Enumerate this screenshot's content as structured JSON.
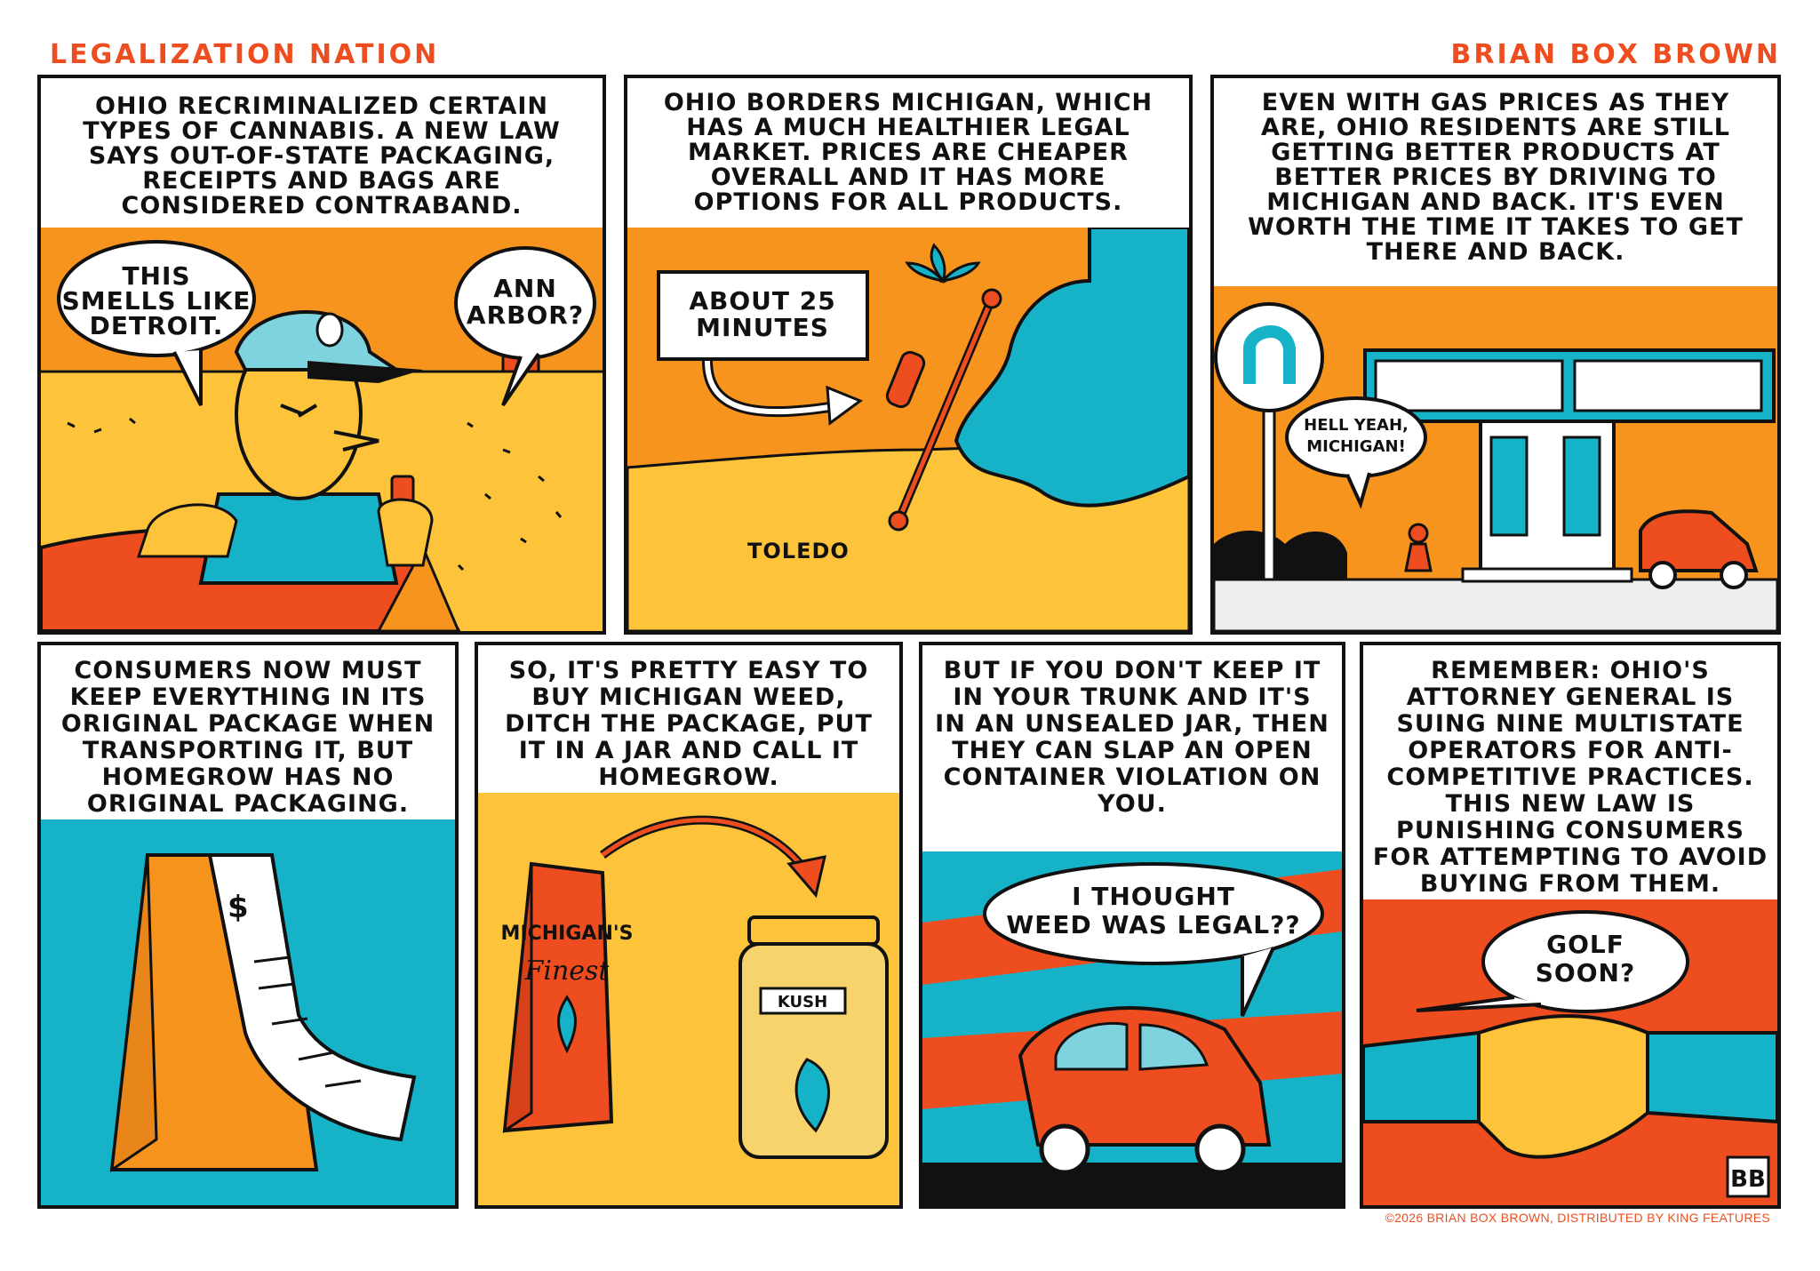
{
  "header": {
    "series_title": "LEGALIZATION NATION",
    "author": "BRIAN BOX BROWN"
  },
  "colors": {
    "orange": "#f7941d",
    "red_orange": "#ee4e1f",
    "yellow": "#fcc33b",
    "teal": "#16b2c8",
    "light_teal": "#7fd3df",
    "ink": "#111111"
  },
  "panels": [
    {
      "caption": "OHIO RECRIMINALIZED CERTAIN TYPES OF CANNABIS. A NEW LAW SAYS OUT-OF-STATE PACKAGING, RECEIPTS AND BAGS ARE CONSIDERED CONTRABAND.",
      "bubbles": [
        [
          "THIS",
          "SMELLS LIKE",
          "DETROIT."
        ],
        [
          "ANN",
          "ARBOR?"
        ]
      ]
    },
    {
      "caption": "OHIO BORDERS MICHIGAN, WHICH HAS A MUCH HEALTHIER LEGAL MARKET. PRICES ARE CHEAPER OVERALL AND IT HAS MORE OPTIONS FOR ALL PRODUCTS.",
      "label_box": [
        "ABOUT 25",
        "MINUTES"
      ],
      "map_label": "TOLEDO"
    },
    {
      "caption": "EVEN WITH GAS PRICES AS THEY ARE, OHIO RESIDENTS ARE STILL GETTING BETTER PRODUCTS AT BETTER PRICES BY DRIVING TO MICHIGAN AND BACK. IT'S EVEN WORTH THE TIME IT TAKES TO GET THERE AND BACK.",
      "bubbles": [
        [
          "HELL YEAH,",
          "MICHIGAN!"
        ]
      ]
    },
    {
      "caption": "CONSUMERS NOW MUST KEEP EVERYTHING IN ITS ORIGINAL PACKAGE WHEN TRANSPORTING IT, BUT HOMEGROW HAS NO ORIGINAL PACKAGING.",
      "receipt_symbol": "$"
    },
    {
      "caption": "SO, IT'S PRETTY EASY TO BUY MICHIGAN WEED, DITCH THE PACKAGE, PUT IT IN A JAR AND CALL IT HOMEGROW.",
      "bag_text": [
        "MICHIGAN'S",
        "Finest"
      ],
      "jar_label": "KUSH"
    },
    {
      "caption": "BUT IF YOU DON'T KEEP IT IN YOUR TRUNK AND IT'S IN AN UNSEALED JAR, THEN THEY CAN SLAP AN OPEN CONTAINER VIOLATION ON YOU.",
      "bubbles": [
        [
          "I THOUGHT",
          "WEED WAS LEGAL??"
        ]
      ]
    },
    {
      "caption": "REMEMBER: OHIO'S ATTORNEY GENERAL IS SUING NINE MULTISTATE OPERATORS FOR ANTI-COMPETITIVE PRACTICES. THIS NEW LAW IS PUNISHING CONSUMERS FOR ATTEMPTING TO AVOID BUYING FROM THEM.",
      "bubbles": [
        [
          "GOLF",
          "SOON?"
        ]
      ],
      "signature": "BB"
    }
  ],
  "footer": {
    "copyright": "©2026 BRIAN BOX BROWN, DISTRIBUTED BY KING FEATURES"
  }
}
